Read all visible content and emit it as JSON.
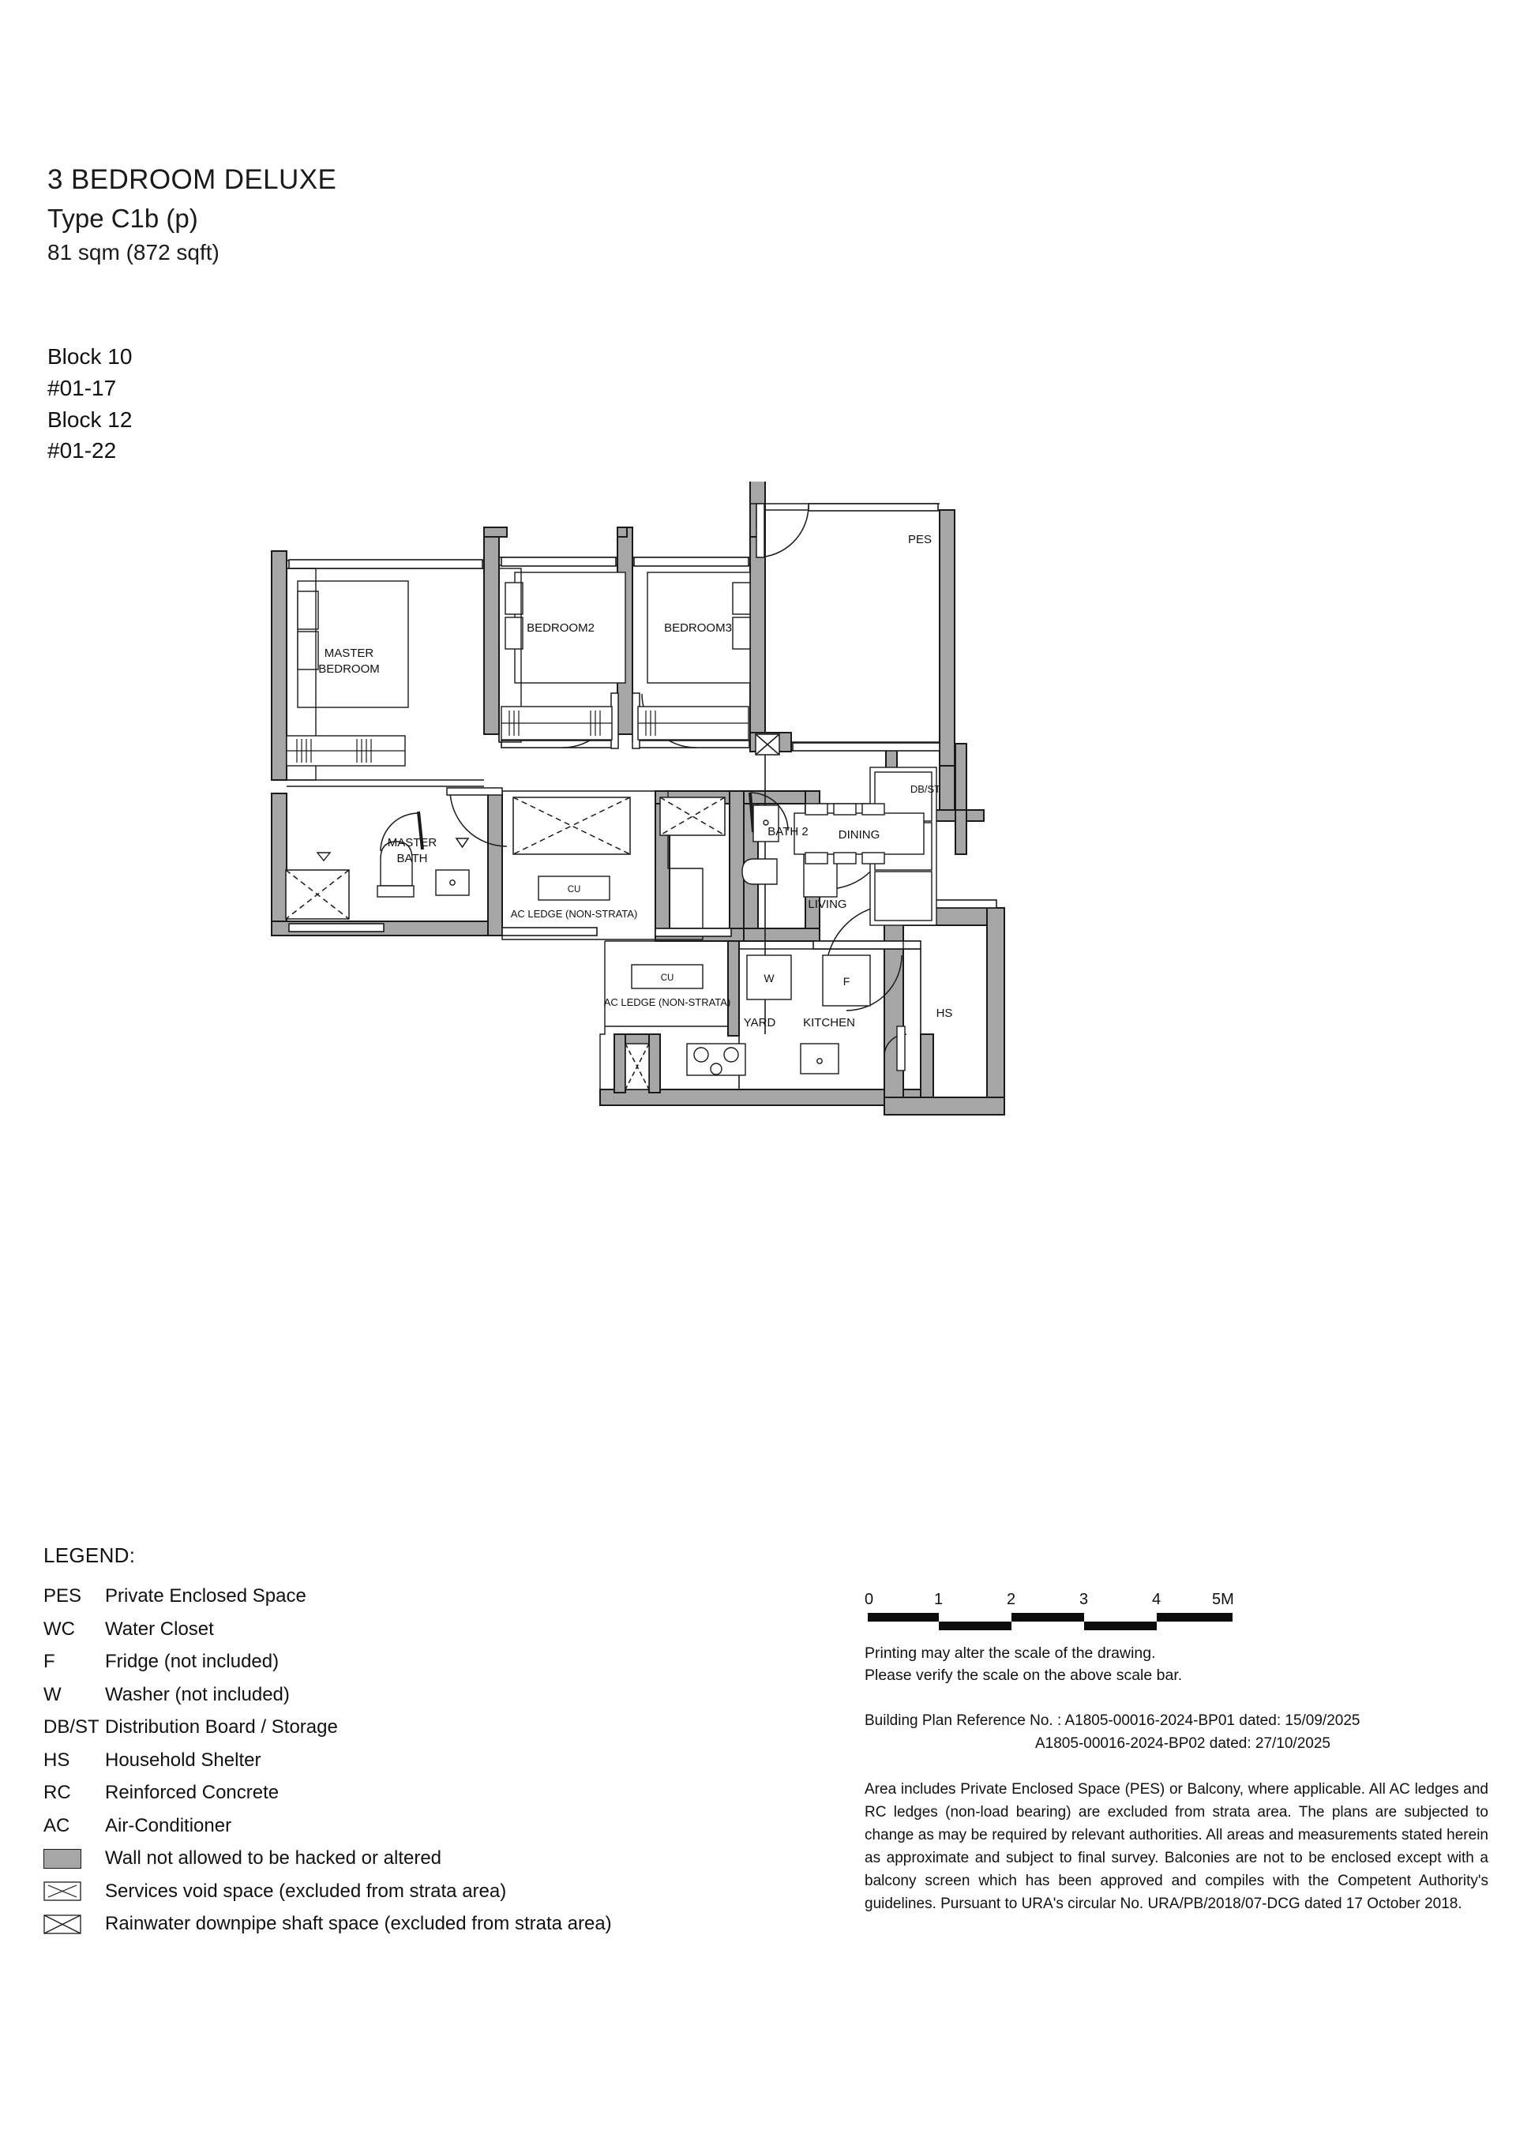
{
  "header": {
    "title": "3 BEDROOM DELUXE",
    "type": "Type C1b (p)",
    "area": "81 sqm (872 sqft)"
  },
  "blocks": [
    "Block 10",
    "#01-17",
    "Block 12",
    "#01-22"
  ],
  "plan": {
    "rooms": {
      "pes": "PES",
      "living": "LIVING",
      "dining": "DINING",
      "kitchen": "KITCHEN",
      "yard": "YARD",
      "master_bedroom_l1": "MASTER",
      "master_bedroom_l2": "BEDROOM",
      "bedroom2": "BEDROOM2",
      "bedroom3": "BEDROOM3",
      "master_bath_l1": "MASTER",
      "master_bath_l2": "BATH",
      "bath2": "BATH 2",
      "hs": "HS",
      "dbst": "DB/ST"
    },
    "labels": {
      "ac_ledge_1": "AC LEDGE (NON-STRATA)",
      "ac_ledge_2": "AC LEDGE (NON-STRATA)",
      "cu_1": "CU",
      "cu_2": "CU",
      "washer": "W",
      "fridge": "F"
    }
  },
  "legend": {
    "title": "LEGEND:",
    "items": [
      {
        "key": "PES",
        "value": "Private Enclosed Space"
      },
      {
        "key": "WC",
        "value": "Water Closet"
      },
      {
        "key": "F",
        "value": "Fridge (not included)"
      },
      {
        "key": "W",
        "value": "Washer (not included)"
      },
      {
        "key": "DB/ST",
        "value": "Distribution Board / Storage"
      },
      {
        "key": "HS",
        "value": "Household Shelter"
      },
      {
        "key": "RC",
        "value": "Reinforced Concrete"
      },
      {
        "key": "AC",
        "value": "Air-Conditioner"
      }
    ],
    "swatch_items": [
      {
        "icon": "wall-swatch",
        "value": "Wall not allowed to be hacked or altered"
      },
      {
        "icon": "services-void-swatch",
        "value": "Services void space (excluded from strata area)"
      },
      {
        "icon": "rainwater-shaft-swatch",
        "value": "Rainwater downpipe shaft space (excluded from strata area)"
      }
    ]
  },
  "scalebar": {
    "ticks": [
      "0",
      "1",
      "2",
      "3",
      "4",
      "5M"
    ],
    "note_line1": "Printing may alter the scale of the drawing.",
    "note_line2": "Please verify the scale on the above scale bar."
  },
  "building_plan": {
    "line1": "Building Plan Reference No. : A1805-00016-2024-BP01 dated: 15/09/2025",
    "line2": "A1805-00016-2024-BP02 dated: 27/10/2025"
  },
  "disclaimer": "Area includes Private Enclosed Space (PES) or Balcony, where applicable. All AC ledges and RC ledges (non-load bearing) are excluded from strata area. The plans are subjected to change as may be required by relevant authorities. All areas and measurements stated herein as approximate and subject to final survey. Balconies are not to be enclosed except with a balcony screen which has been approved and compiles with the Competent Authority's guidelines. Pursuant to URA's circular No. URA/PB/2018/07-DCG dated 17 October 2018.",
  "colors": {
    "wall_fill": "#a6a6a6",
    "line": "#1a1a1a",
    "text": "#111111"
  }
}
